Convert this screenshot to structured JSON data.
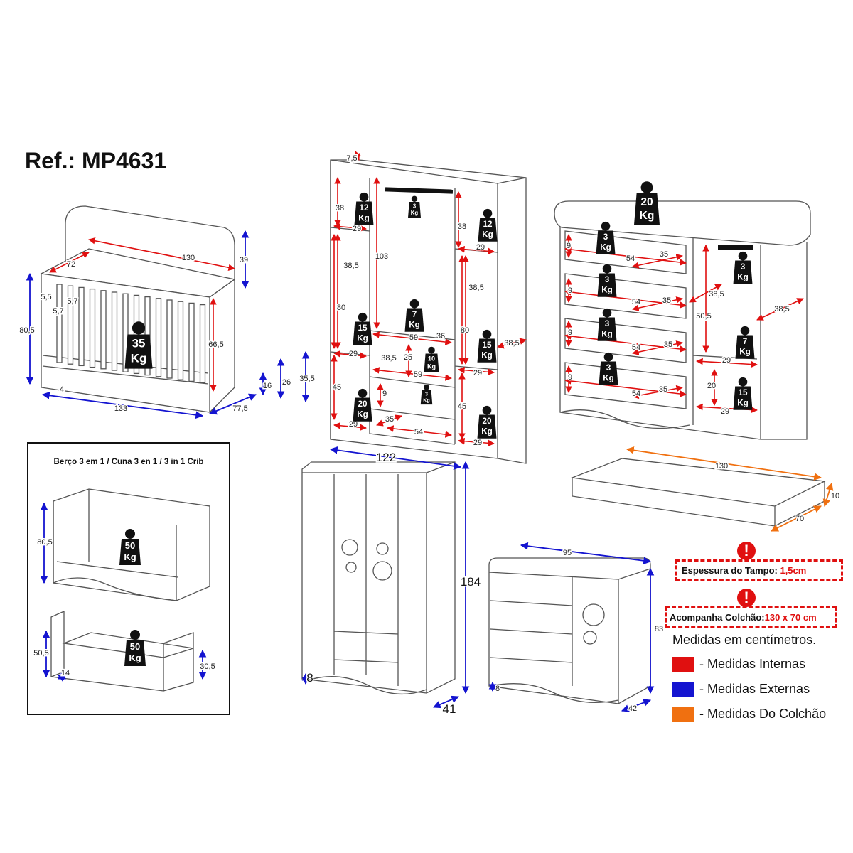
{
  "title": "Ref.: MP4631",
  "colors": {
    "internal": "#e01010",
    "external": "#1414d0",
    "mattress": "#f07010"
  },
  "crib": {
    "dims": [
      "130",
      "72",
      "39",
      "80,5",
      "5,5",
      "5,7",
      "5,7",
      "66,5",
      "4",
      "133",
      "77,5",
      "16",
      "26",
      "35,5"
    ],
    "weight": {
      "value": "35",
      "unit": "Kg"
    }
  },
  "wardrobe_internal": {
    "dims": [
      "7,5",
      "38",
      "29",
      "103",
      "38",
      "29",
      "38,5",
      "38,5",
      "80",
      "59",
      "36",
      "80",
      "38,5",
      "29",
      "38,5",
      "25",
      "59",
      "29",
      "45",
      "9",
      "45",
      "35",
      "54",
      "29",
      "29"
    ],
    "weights": [
      {
        "value": "12",
        "unit": "Kg"
      },
      {
        "value": "3",
        "unit": "Kg"
      },
      {
        "value": "12",
        "unit": "Kg"
      },
      {
        "value": "7",
        "unit": "Kg"
      },
      {
        "value": "15",
        "unit": "Kg"
      },
      {
        "value": "15",
        "unit": "Kg"
      },
      {
        "value": "10",
        "unit": "Kg"
      },
      {
        "value": "3",
        "unit": "Kg"
      },
      {
        "value": "20",
        "unit": "Kg"
      },
      {
        "value": "20",
        "unit": "Kg"
      }
    ]
  },
  "dresser_internal": {
    "dims": [
      "9",
      "54",
      "35",
      "9",
      "54",
      "35",
      "38,5",
      "38,5",
      "50,5",
      "9",
      "54",
      "35",
      "29",
      "9",
      "54",
      "35",
      "20",
      "29"
    ],
    "weights": [
      {
        "value": "20",
        "unit": "Kg"
      },
      {
        "value": "3",
        "unit": "Kg"
      },
      {
        "value": "3",
        "unit": "Kg"
      },
      {
        "value": "3",
        "unit": "Kg"
      },
      {
        "value": "3",
        "unit": "Kg"
      },
      {
        "value": "3",
        "unit": "Kg"
      },
      {
        "value": "7",
        "unit": "Kg"
      },
      {
        "value": "15",
        "unit": "Kg"
      }
    ]
  },
  "mattress": {
    "dims": [
      "130",
      "10",
      "70"
    ]
  },
  "wardrobe_external": {
    "dims": [
      "122",
      "184",
      "8",
      "41"
    ]
  },
  "dresser_external": {
    "dims": [
      "95",
      "83",
      "8",
      "42"
    ]
  },
  "inset": {
    "title": "Berço 3 em 1 / Cuna 3 en 1 / 3 in 1 Crib",
    "dims": [
      "80,5",
      "50,5",
      "14",
      "30,5"
    ],
    "weights": [
      {
        "value": "50",
        "unit": "Kg"
      },
      {
        "value": "50",
        "unit": "Kg"
      }
    ]
  },
  "notes": {
    "top_thickness": {
      "label": "Espessura do Tampo:",
      "value": "1,5cm"
    },
    "mattress_included": {
      "label": "Acompanha Colchão:",
      "value": "130 x 70 cm"
    },
    "exclamation": "!"
  },
  "legend": {
    "unit_note": "Medidas em centímetros.",
    "items": [
      "- Medidas Internas",
      "- Medidas Externas",
      "- Medidas Do Colchão"
    ]
  }
}
